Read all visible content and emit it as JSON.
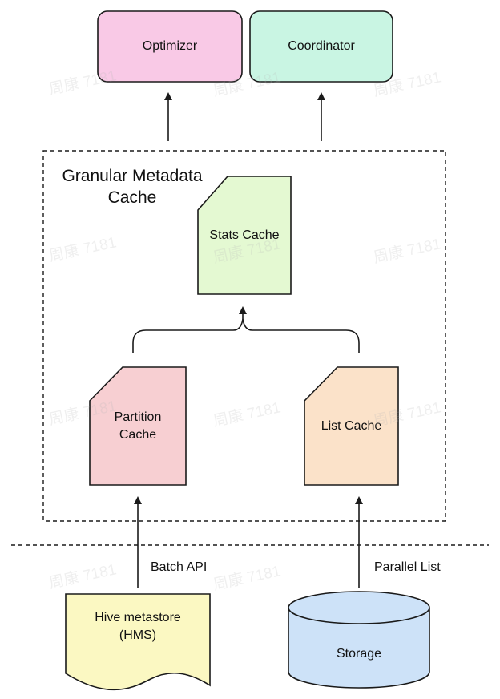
{
  "diagram": {
    "nodes": {
      "optimizer": {
        "label": "Optimizer",
        "fill": "#f9c9e6",
        "stroke": "#1a1a1a"
      },
      "coordinator": {
        "label": "Coordinator",
        "fill": "#c9f5e3",
        "stroke": "#1a1a1a"
      },
      "stats_cache": {
        "label": "Stats Cache",
        "fill": "#e4f9d2",
        "stroke": "#1a1a1a"
      },
      "partition_cache": {
        "label": "Partition\nCache",
        "fill": "#f7cfd2",
        "stroke": "#1a1a1a"
      },
      "list_cache": {
        "label": "List Cache",
        "fill": "#fbe2c9",
        "stroke": "#1a1a1a"
      },
      "hive_metastore": {
        "label": "Hive metastore\n(HMS)",
        "fill": "#fbf8c2",
        "stroke": "#1a1a1a"
      },
      "storage": {
        "label": "Storage",
        "fill": "#cde2f8",
        "stroke": "#1a1a1a"
      }
    },
    "group": {
      "title": "Granular Metadata\nCache"
    },
    "edges": {
      "batch_api": "Batch API",
      "parallel_list": "Parallel List"
    },
    "watermark": "周康 7181"
  }
}
